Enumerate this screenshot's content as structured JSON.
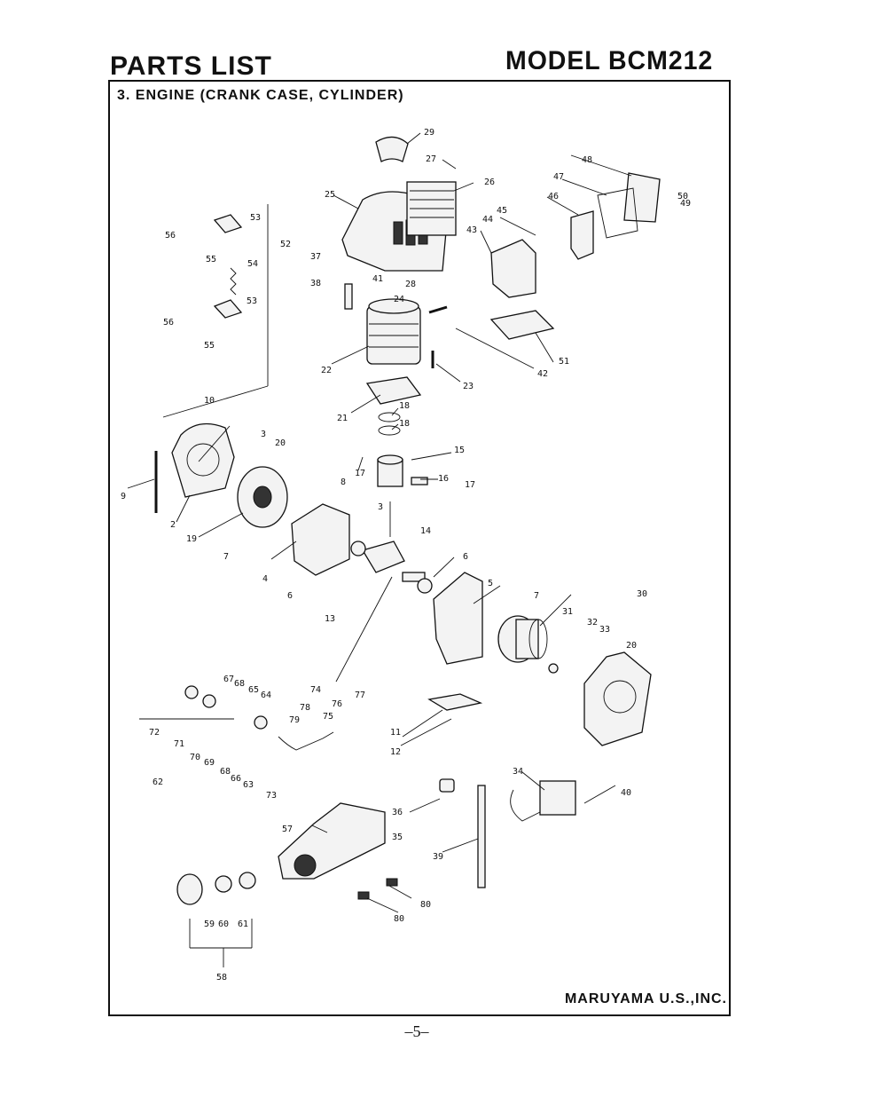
{
  "header": {
    "title": "PARTS LIST",
    "model": "MODEL BCM212"
  },
  "section": {
    "title": "3. ENGINE (CRANK CASE, CYLINDER)"
  },
  "callouts": {
    "c2": "2",
    "c3a": "3",
    "c3b": "3",
    "c4": "4",
    "c5": "5",
    "c6a": "6",
    "c6b": "6",
    "c7a": "7",
    "c7b": "7",
    "c8": "8",
    "c9": "9",
    "c10": "10",
    "c11": "11",
    "c12": "12",
    "c13": "13",
    "c14": "14",
    "c15": "15",
    "c16": "16",
    "c17a": "17",
    "c17b": "17",
    "c18a": "18",
    "c18b": "18",
    "c19": "19",
    "c20a": "20",
    "c20b": "20",
    "c21": "21",
    "c22": "22",
    "c23": "23",
    "c24": "24",
    "c25": "25",
    "c26": "26",
    "c27": "27",
    "c28": "28",
    "c29": "29",
    "c30": "30",
    "c31": "31",
    "c32": "32",
    "c33": "33",
    "c34": "34",
    "c35": "35",
    "c36": "36",
    "c37": "37",
    "c38": "38",
    "c39": "39",
    "c40": "40",
    "c41": "41",
    "c42": "42",
    "c43": "43",
    "c44": "44",
    "c45": "45",
    "c46": "46",
    "c47": "47",
    "c48": "48",
    "c49": "49",
    "c50": "50",
    "c51": "51",
    "c52": "52",
    "c53a": "53",
    "c53b": "53",
    "c54": "54",
    "c55a": "55",
    "c55b": "55",
    "c56a": "56",
    "c56b": "56",
    "c57": "57",
    "c58": "58",
    "c59": "59",
    "c60": "60",
    "c61": "61",
    "c62": "62",
    "c63": "63",
    "c64": "64",
    "c65": "65",
    "c66": "66",
    "c67": "67",
    "c68a": "68",
    "c68b": "68",
    "c69": "69",
    "c70": "70",
    "c71": "71",
    "c72": "72",
    "c73": "73",
    "c74": "74",
    "c75": "75",
    "c76": "76",
    "c77": "77",
    "c78": "78",
    "c79": "79",
    "c80a": "80",
    "c80b": "80"
  },
  "footer": {
    "company": "MARUYAMA U.S.,INC.",
    "page": "–5–"
  }
}
